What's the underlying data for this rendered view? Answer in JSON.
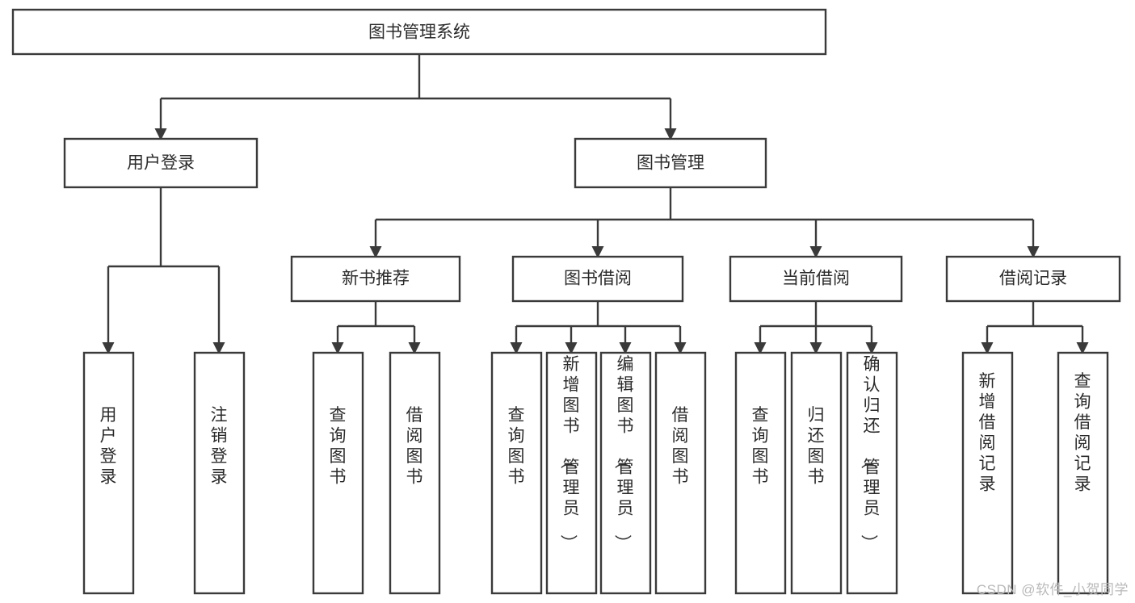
{
  "diagram": {
    "title": "图书管理系统",
    "type": "functional-structure-tree",
    "root": {
      "id": "root",
      "label": "图书管理系统"
    },
    "level2": [
      {
        "id": "user-login",
        "label": "用户登录"
      },
      {
        "id": "book-management",
        "label": "图书管理"
      }
    ],
    "level3": [
      {
        "id": "new-book-recommend",
        "label": "新书推荐",
        "parent": "book-management"
      },
      {
        "id": "book-borrow",
        "label": "图书借阅",
        "parent": "book-management"
      },
      {
        "id": "current-borrow",
        "label": "当前借阅",
        "parent": "book-management"
      },
      {
        "id": "borrow-record",
        "label": "借阅记录",
        "parent": "book-management"
      }
    ],
    "leaves": [
      {
        "id": "leaf-user-login",
        "label": "用户登录",
        "parent": "user-login"
      },
      {
        "id": "leaf-logout",
        "label": "注销登录",
        "parent": "user-login"
      },
      {
        "id": "leaf-query-book-1",
        "label": "查询图书",
        "parent": "new-book-recommend"
      },
      {
        "id": "leaf-borrow-book-1",
        "label": "借阅图书",
        "parent": "new-book-recommend"
      },
      {
        "id": "leaf-query-book-2",
        "label": "查询图书",
        "parent": "book-borrow"
      },
      {
        "id": "leaf-add-book",
        "label": "新增图书（管理员）",
        "parent": "book-borrow"
      },
      {
        "id": "leaf-edit-book",
        "label": "编辑图书（管理员）",
        "parent": "book-borrow"
      },
      {
        "id": "leaf-borrow-book-2",
        "label": "借阅图书",
        "parent": "book-borrow"
      },
      {
        "id": "leaf-query-book-3",
        "label": "查询图书",
        "parent": "current-borrow"
      },
      {
        "id": "leaf-return-book",
        "label": "归还图书",
        "parent": "current-borrow"
      },
      {
        "id": "leaf-confirm-return",
        "label": "确认归还（管理员）",
        "parent": "current-borrow"
      },
      {
        "id": "leaf-add-record",
        "label": "新增借阅记录",
        "parent": "borrow-record"
      },
      {
        "id": "leaf-query-record",
        "label": "查询借阅记录",
        "parent": "borrow-record"
      }
    ],
    "colors": {
      "box_stroke": "#3a3a3a",
      "box_fill": "#ffffff",
      "text": "#2b2b2b",
      "background": "#ffffff",
      "watermark": "#b9b9b9"
    }
  },
  "watermark": {
    "text": "CSDN @软件_小贺同学"
  }
}
